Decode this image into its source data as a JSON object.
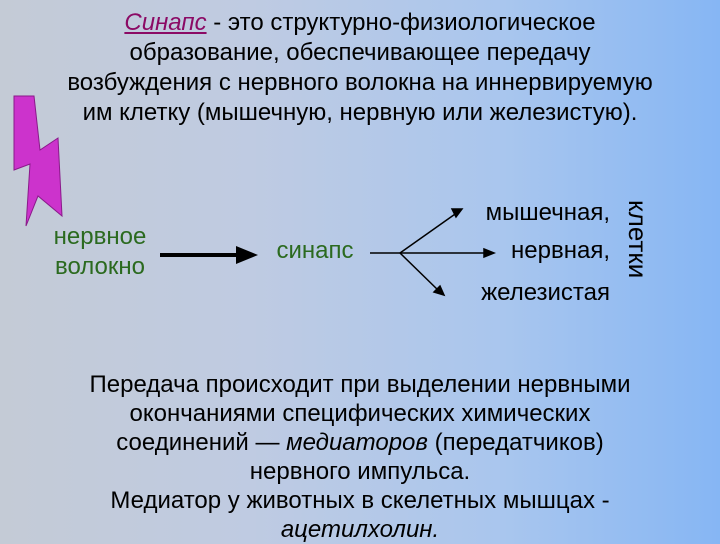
{
  "title": {
    "term": "Синапс",
    "line1_rest": " - это структурно-физиологическое",
    "line2": "образование, обеспечивающее передачу",
    "line3": "возбуждения с нервного волокна на иннервируемую",
    "line4": "им клетку (мышечную, нервную или железистую)."
  },
  "diagram": {
    "fiber_line1": "нервное",
    "fiber_line2": "волокно",
    "synapse": "синапс",
    "cells": [
      "мышечная,",
      "нервная,",
      "железистая"
    ],
    "cells_label": "клетки"
  },
  "body": {
    "p1_line1": "Передача происходит при выделении нервными",
    "p1_line2": "окончаниями специфических химических",
    "p1_line3_before": "соединений — ",
    "p1_line3_italic": "медиаторов",
    "p1_line3_after": " (передатчиков)",
    "p1_line4": "нервного импульса.",
    "p2_line1": "Медиатор у животных в скелетных мышцах -",
    "p2_line2": "ацетилхолин."
  },
  "colors": {
    "lightning": "#cc33cc",
    "term": "#8b0a65",
    "green_text": "#2b6a1f"
  }
}
